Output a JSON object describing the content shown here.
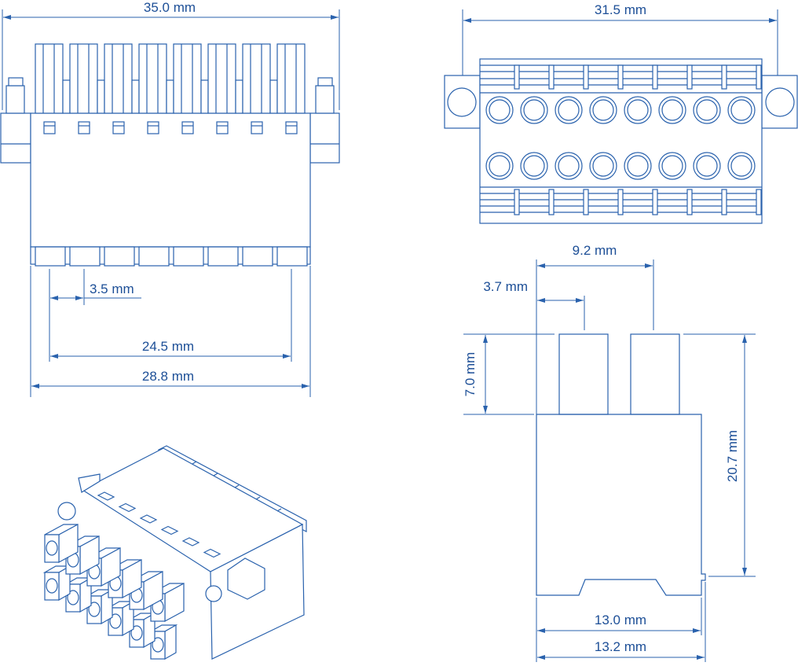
{
  "colors": {
    "line": "#2a62ad",
    "text": "#1d4f97"
  },
  "pin_count": 8,
  "front_view": {
    "overall_width": "35.0 mm",
    "pitch": "3.5 mm",
    "pin_span": "24.5 mm",
    "body_width": "28.8 mm"
  },
  "top_view": {
    "width": "31.5 mm"
  },
  "side_view": {
    "pin_spacing": "9.2 mm",
    "pin_offset": "3.7 mm",
    "pin_height": "7.0 mm",
    "total_height": "20.7 mm",
    "base_width": "13.0 mm",
    "overall_depth": "13.2 mm"
  }
}
